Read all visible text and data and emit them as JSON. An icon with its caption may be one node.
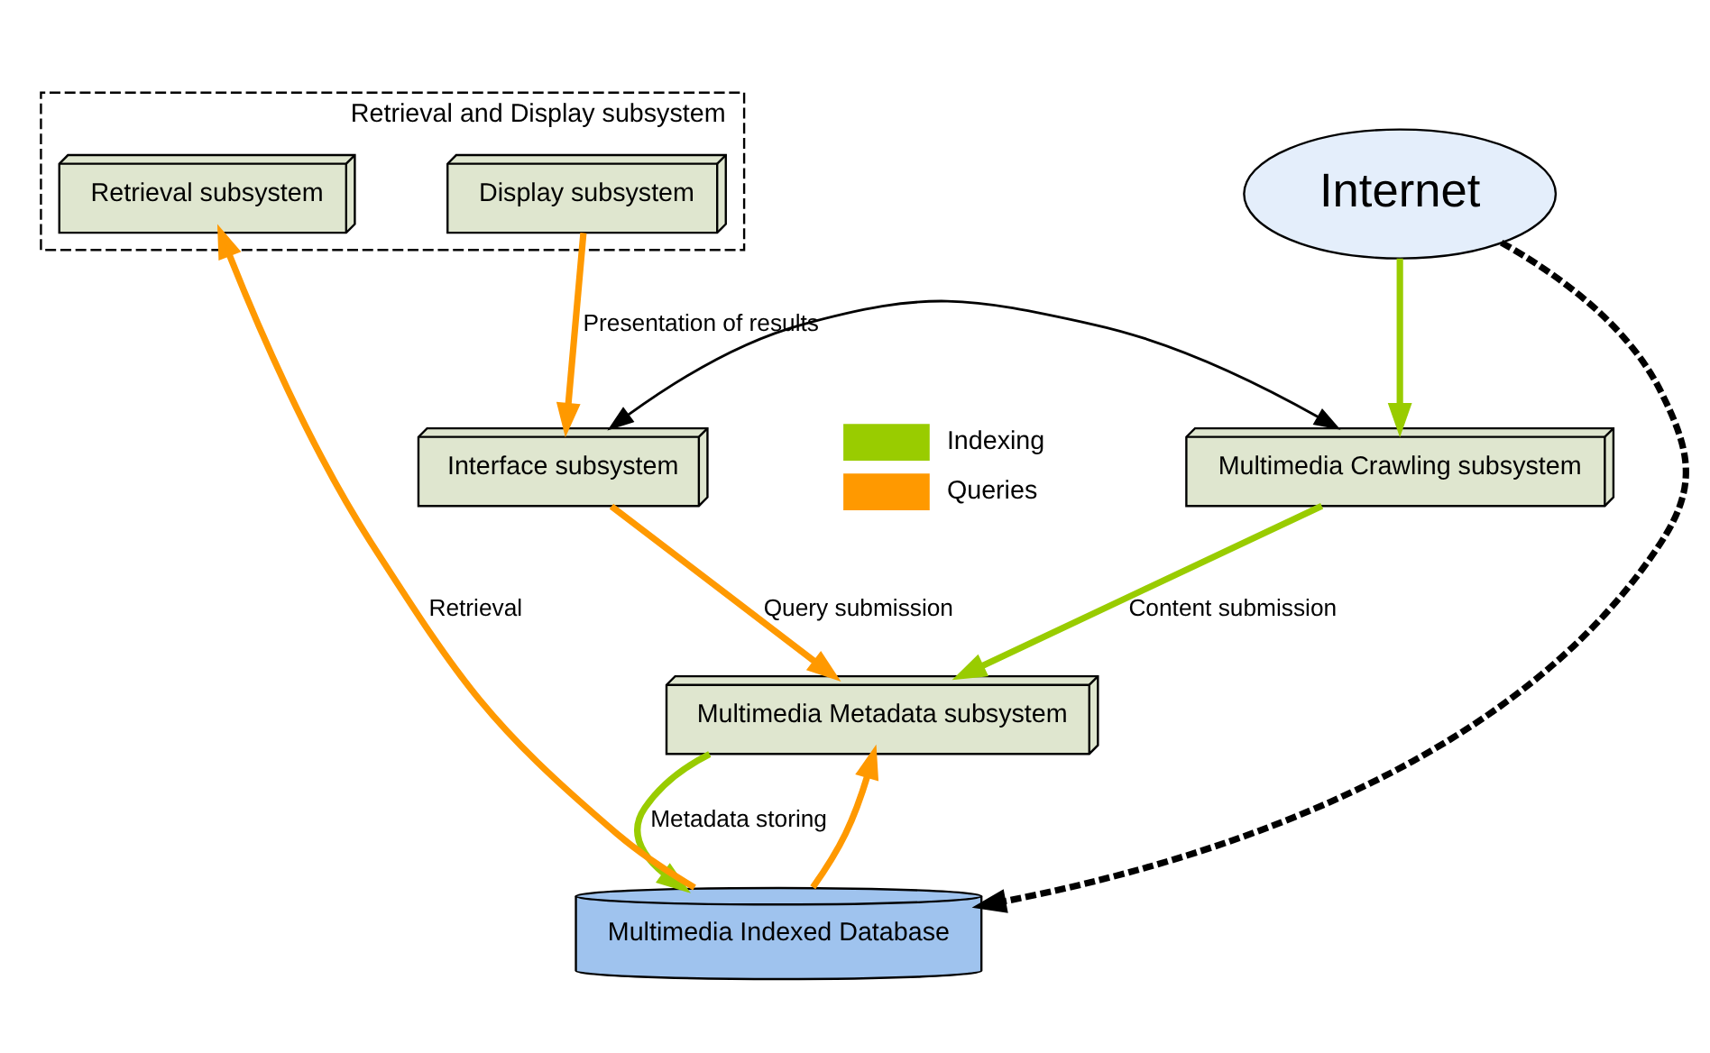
{
  "diagram": {
    "nodes": [
      {
        "text": [
          "Interface subsystem"
        ]
      },
      {
        "text": [
          "Multimedia Metadata subsystem"
        ]
      },
      {
        "text": [
          "Multimedia Crawling subsystem"
        ]
      },
      {
        "text": [
          "Retrieval and Display subsystem"
        ]
      },
      {
        "text": [
          "Display subsystem"
        ],
        "in": 3
      },
      {
        "text": [
          "Retrieval subsystem"
        ],
        "in": 3
      },
      {
        "text": [
          "Multimedia Indexed Database"
        ]
      },
      {
        "text": [
          "Internet"
        ]
      }
    ],
    "edges": [
      {
        "from": 0,
        "to": 2,
        "arrow": "both",
        "color": "#000000"
      },
      {
        "from": 0,
        "to": 1,
        "arrow": "to",
        "label": "Query submission",
        "color": "#ff9900"
      },
      {
        "from": 2,
        "to": 1,
        "arrow": "to",
        "label": "Content submission",
        "color": "#99cc00"
      },
      {
        "from": 4,
        "to": 0,
        "arrow": "to",
        "label": "Presentation of results",
        "color": "#ff9900"
      },
      {
        "from": 1,
        "to": 6,
        "arrow": "to",
        "label": "Metadata storing",
        "color": "#99cc00"
      },
      {
        "from": 6,
        "to": 1,
        "arrow": "to",
        "color": "#ff9900"
      },
      {
        "from": 7,
        "to": 2,
        "arrow": "to",
        "color": "#99cc00"
      },
      {
        "from": 6,
        "to": 5,
        "arrow": "to",
        "label": "Retrieval",
        "color": "#ff9900"
      },
      {
        "from": 7,
        "to": 6,
        "arrow": "to",
        "style": "dashed",
        "color": "#000000"
      }
    ],
    "legend": [
      {
        "text": "Indexing",
        "color": "#99cc00"
      },
      {
        "text": "Queries",
        "color": "#ff9900"
      }
    ]
  }
}
